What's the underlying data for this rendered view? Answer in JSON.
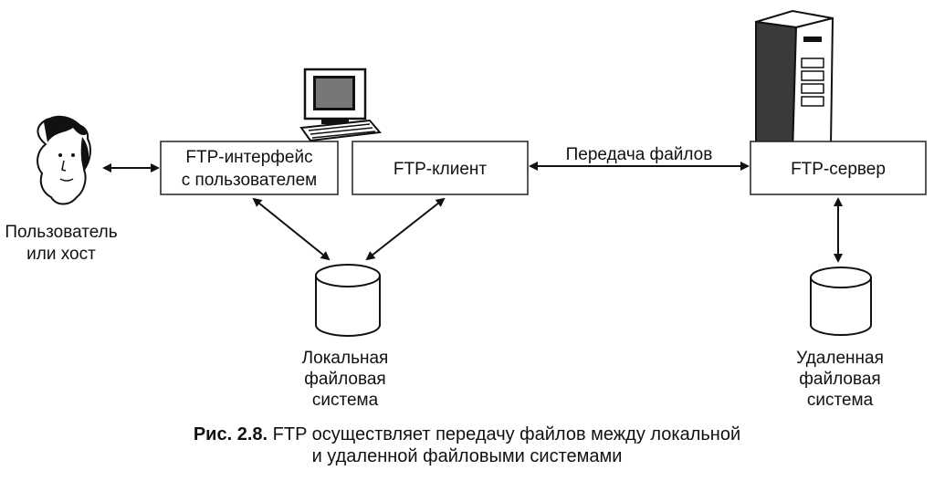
{
  "user": {
    "label_line1": "Пользователь",
    "label_line2": "или хост"
  },
  "ftp_interface": {
    "line1": "FTP-интерфейс",
    "line2": "с пользователем"
  },
  "ftp_client": {
    "label": "FTP-клиент"
  },
  "transfer": {
    "label": "Передача файлов"
  },
  "ftp_server": {
    "label": "FTP-сервер"
  },
  "local_fs": {
    "line1": "Локальная",
    "line2": "файловая",
    "line3": "система"
  },
  "remote_fs": {
    "line1": "Удаленная",
    "line2": "файловая",
    "line3": "система"
  },
  "caption": {
    "figure_label": "Рис. 2.8.",
    "line1": "FTP осуществляет передачу файлов между локальной",
    "line2": "и удаленной файловыми системами"
  }
}
